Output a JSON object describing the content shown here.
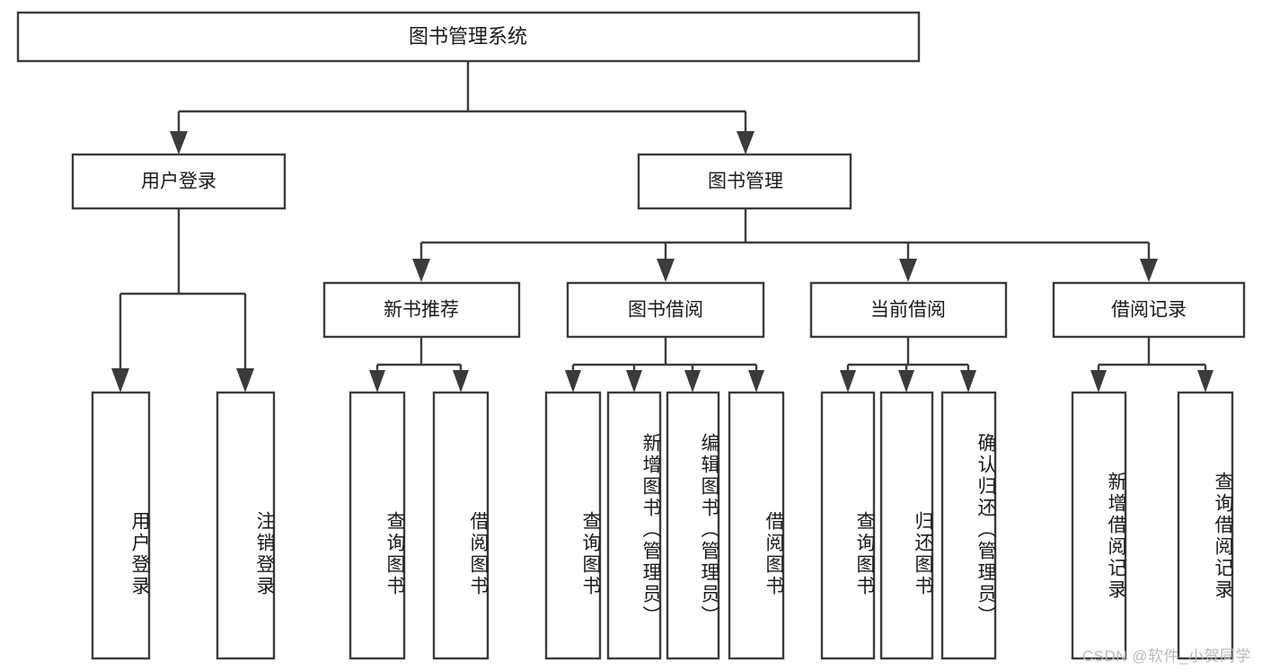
{
  "diagram": {
    "title": "图书管理系统",
    "type": "tree",
    "root": {
      "label": "图书管理系统",
      "orientation": "horizontal"
    },
    "level2": [
      {
        "label": "用户登录",
        "orientation": "horizontal"
      },
      {
        "label": "图书管理",
        "orientation": "horizontal"
      }
    ],
    "level3": [
      {
        "label": "新书推荐",
        "orientation": "horizontal"
      },
      {
        "label": "图书借阅",
        "orientation": "horizontal"
      },
      {
        "label": "当前借阅",
        "orientation": "horizontal"
      },
      {
        "label": "借阅记录",
        "orientation": "horizontal"
      }
    ],
    "leaves": [
      {
        "label": "用户登录",
        "parent": "用户登录",
        "orientation": "vertical"
      },
      {
        "label": "注销登录",
        "parent": "用户登录",
        "orientation": "vertical"
      },
      {
        "label": "查询图书",
        "parent": "新书推荐",
        "orientation": "vertical"
      },
      {
        "label": "借阅图书",
        "parent": "新书推荐",
        "orientation": "vertical"
      },
      {
        "label": "查询图书",
        "parent": "图书借阅",
        "orientation": "vertical"
      },
      {
        "label": "新增图书（管理员）",
        "parent": "图书借阅",
        "orientation": "vertical"
      },
      {
        "label": "编辑图书（管理员）",
        "parent": "图书借阅",
        "orientation": "vertical"
      },
      {
        "label": "借阅图书",
        "parent": "图书借阅",
        "orientation": "vertical"
      },
      {
        "label": "查询图书",
        "parent": "当前借阅",
        "orientation": "vertical"
      },
      {
        "label": "归还图书",
        "parent": "当前借阅",
        "orientation": "vertical"
      },
      {
        "label": "确认归还（管理员）",
        "parent": "当前借阅",
        "orientation": "vertical"
      },
      {
        "label": "新增借阅记录",
        "parent": "借阅记录",
        "orientation": "vertical"
      },
      {
        "label": "查询借阅记录",
        "parent": "借阅记录",
        "orientation": "vertical"
      }
    ],
    "colors": {
      "stroke": "#3b3b3b",
      "fill": "#ffffff",
      "text": "#1a1a1a",
      "background": "#ffffff",
      "watermark": "#b9b9b9"
    }
  },
  "watermark": {
    "text": "CSDN @软件_小贺同学"
  }
}
